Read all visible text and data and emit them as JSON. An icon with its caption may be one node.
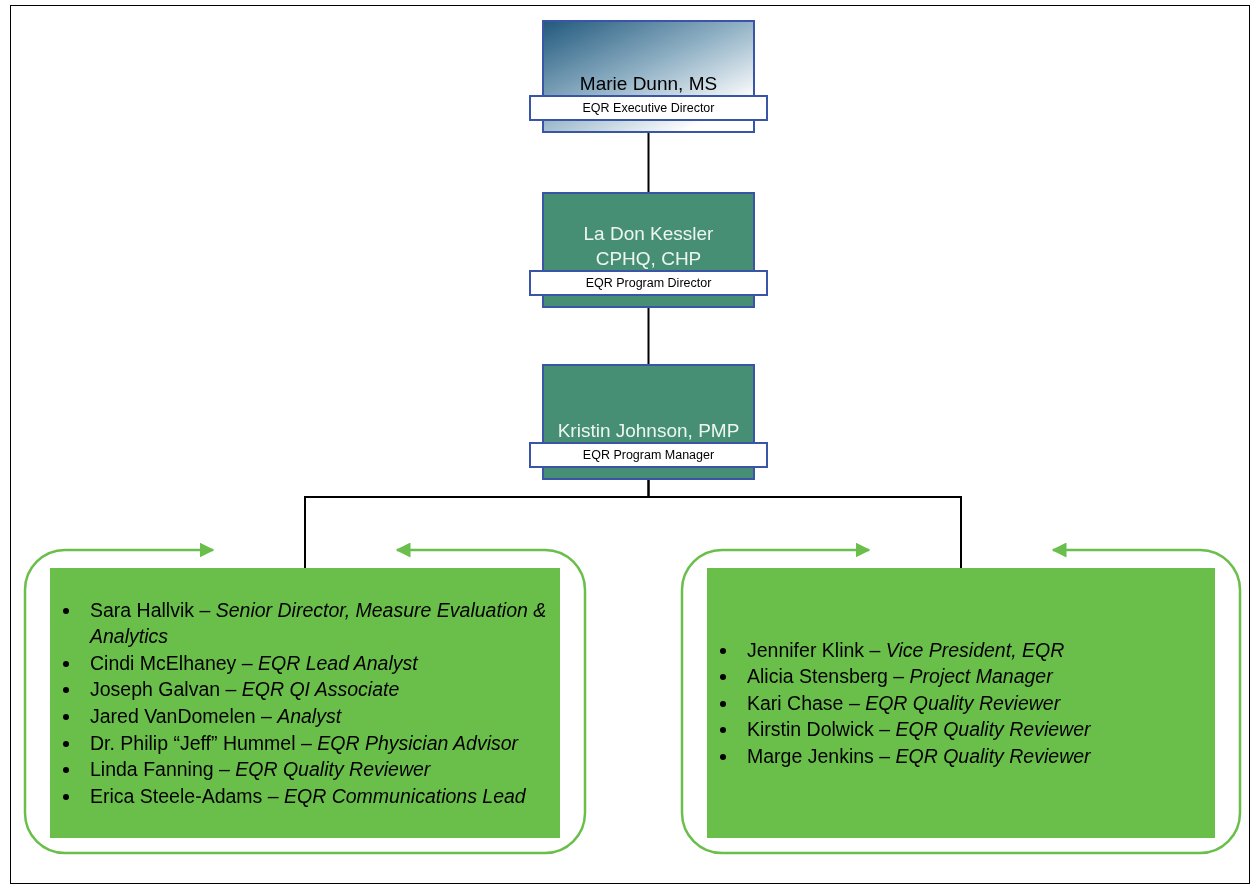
{
  "diagram": {
    "nodes": [
      {
        "text": [
          "Marie Dunn, MS",
          "EQR Executive Director"
        ]
      },
      {
        "text": [
          "La Don Kessler CPHQ, CHP",
          "EQR Program Director"
        ]
      },
      {
        "text": [
          "Kristin Johnson, PMP",
          "EQR Program Manager"
        ]
      },
      {
        "text": [
          "Sara Hallvik – *Senior Director, Measure Evaluation & Analytics*",
          "Cindi McElhaney – *EQR Lead Analyst*",
          "Joseph Galvan – *EQR QI Associate*",
          "Jared VanDomelen – *Analyst*",
          "Dr. Philip “Jeff” Hummel – *EQR Physician Advisor*",
          "Linda Fanning – *EQR Quality Reviewer*",
          "Erica Steele-Adams – *EQR Communications Lead*"
        ]
      },
      {
        "text": [
          "Jennifer Klink – *Vice President, EQR*",
          "Alicia Stensberg – *Project Manager*",
          "Kari Chase – *EQR Quality Reviewer*",
          "Kirstin Dolwick – *EQR Quality Reviewer*",
          "Marge Jenkins – *EQR Quality Reviewer*"
        ]
      }
    ],
    "edges": [
      {
        "from": 0,
        "to": 1,
        "arrow": "none"
      },
      {
        "from": 1,
        "to": 2,
        "arrow": "none"
      },
      {
        "from": 2,
        "to": 3,
        "arrow": "none"
      },
      {
        "from": 2,
        "to": 4,
        "arrow": "none"
      },
      {
        "from": 3,
        "to": 3,
        "arrow": "both",
        "color": "#6abf4b"
      },
      {
        "from": 4,
        "to": 4,
        "arrow": "both",
        "color": "#6abf4b"
      }
    ]
  }
}
